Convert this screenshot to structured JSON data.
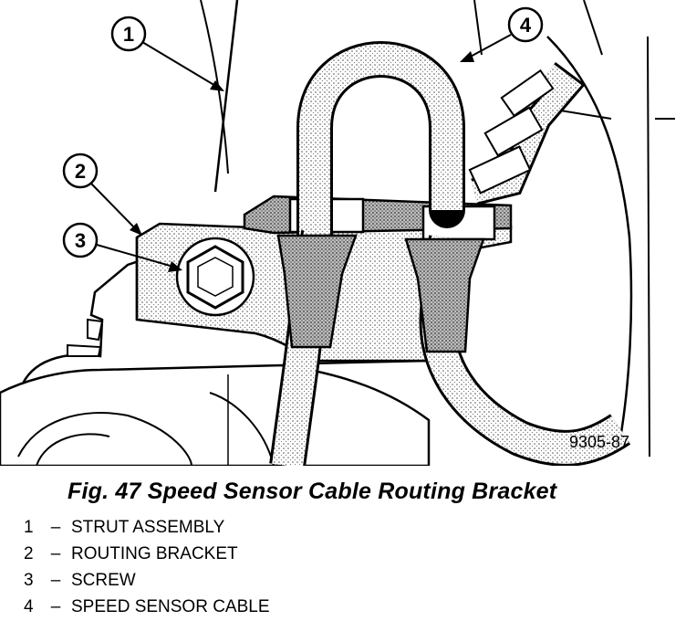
{
  "figure": {
    "code": "9305-87",
    "caption": "Fig. 47 Speed Sensor Cable Routing Bracket"
  },
  "callouts": [
    {
      "number": "1",
      "label": "STRUT ASSEMBLY"
    },
    {
      "number": "2",
      "label": "ROUTING BRACKET"
    },
    {
      "number": "3",
      "label": "SCREW"
    },
    {
      "number": "4",
      "label": "SPEED SENSOR CABLE"
    }
  ],
  "legend_separator": "–"
}
